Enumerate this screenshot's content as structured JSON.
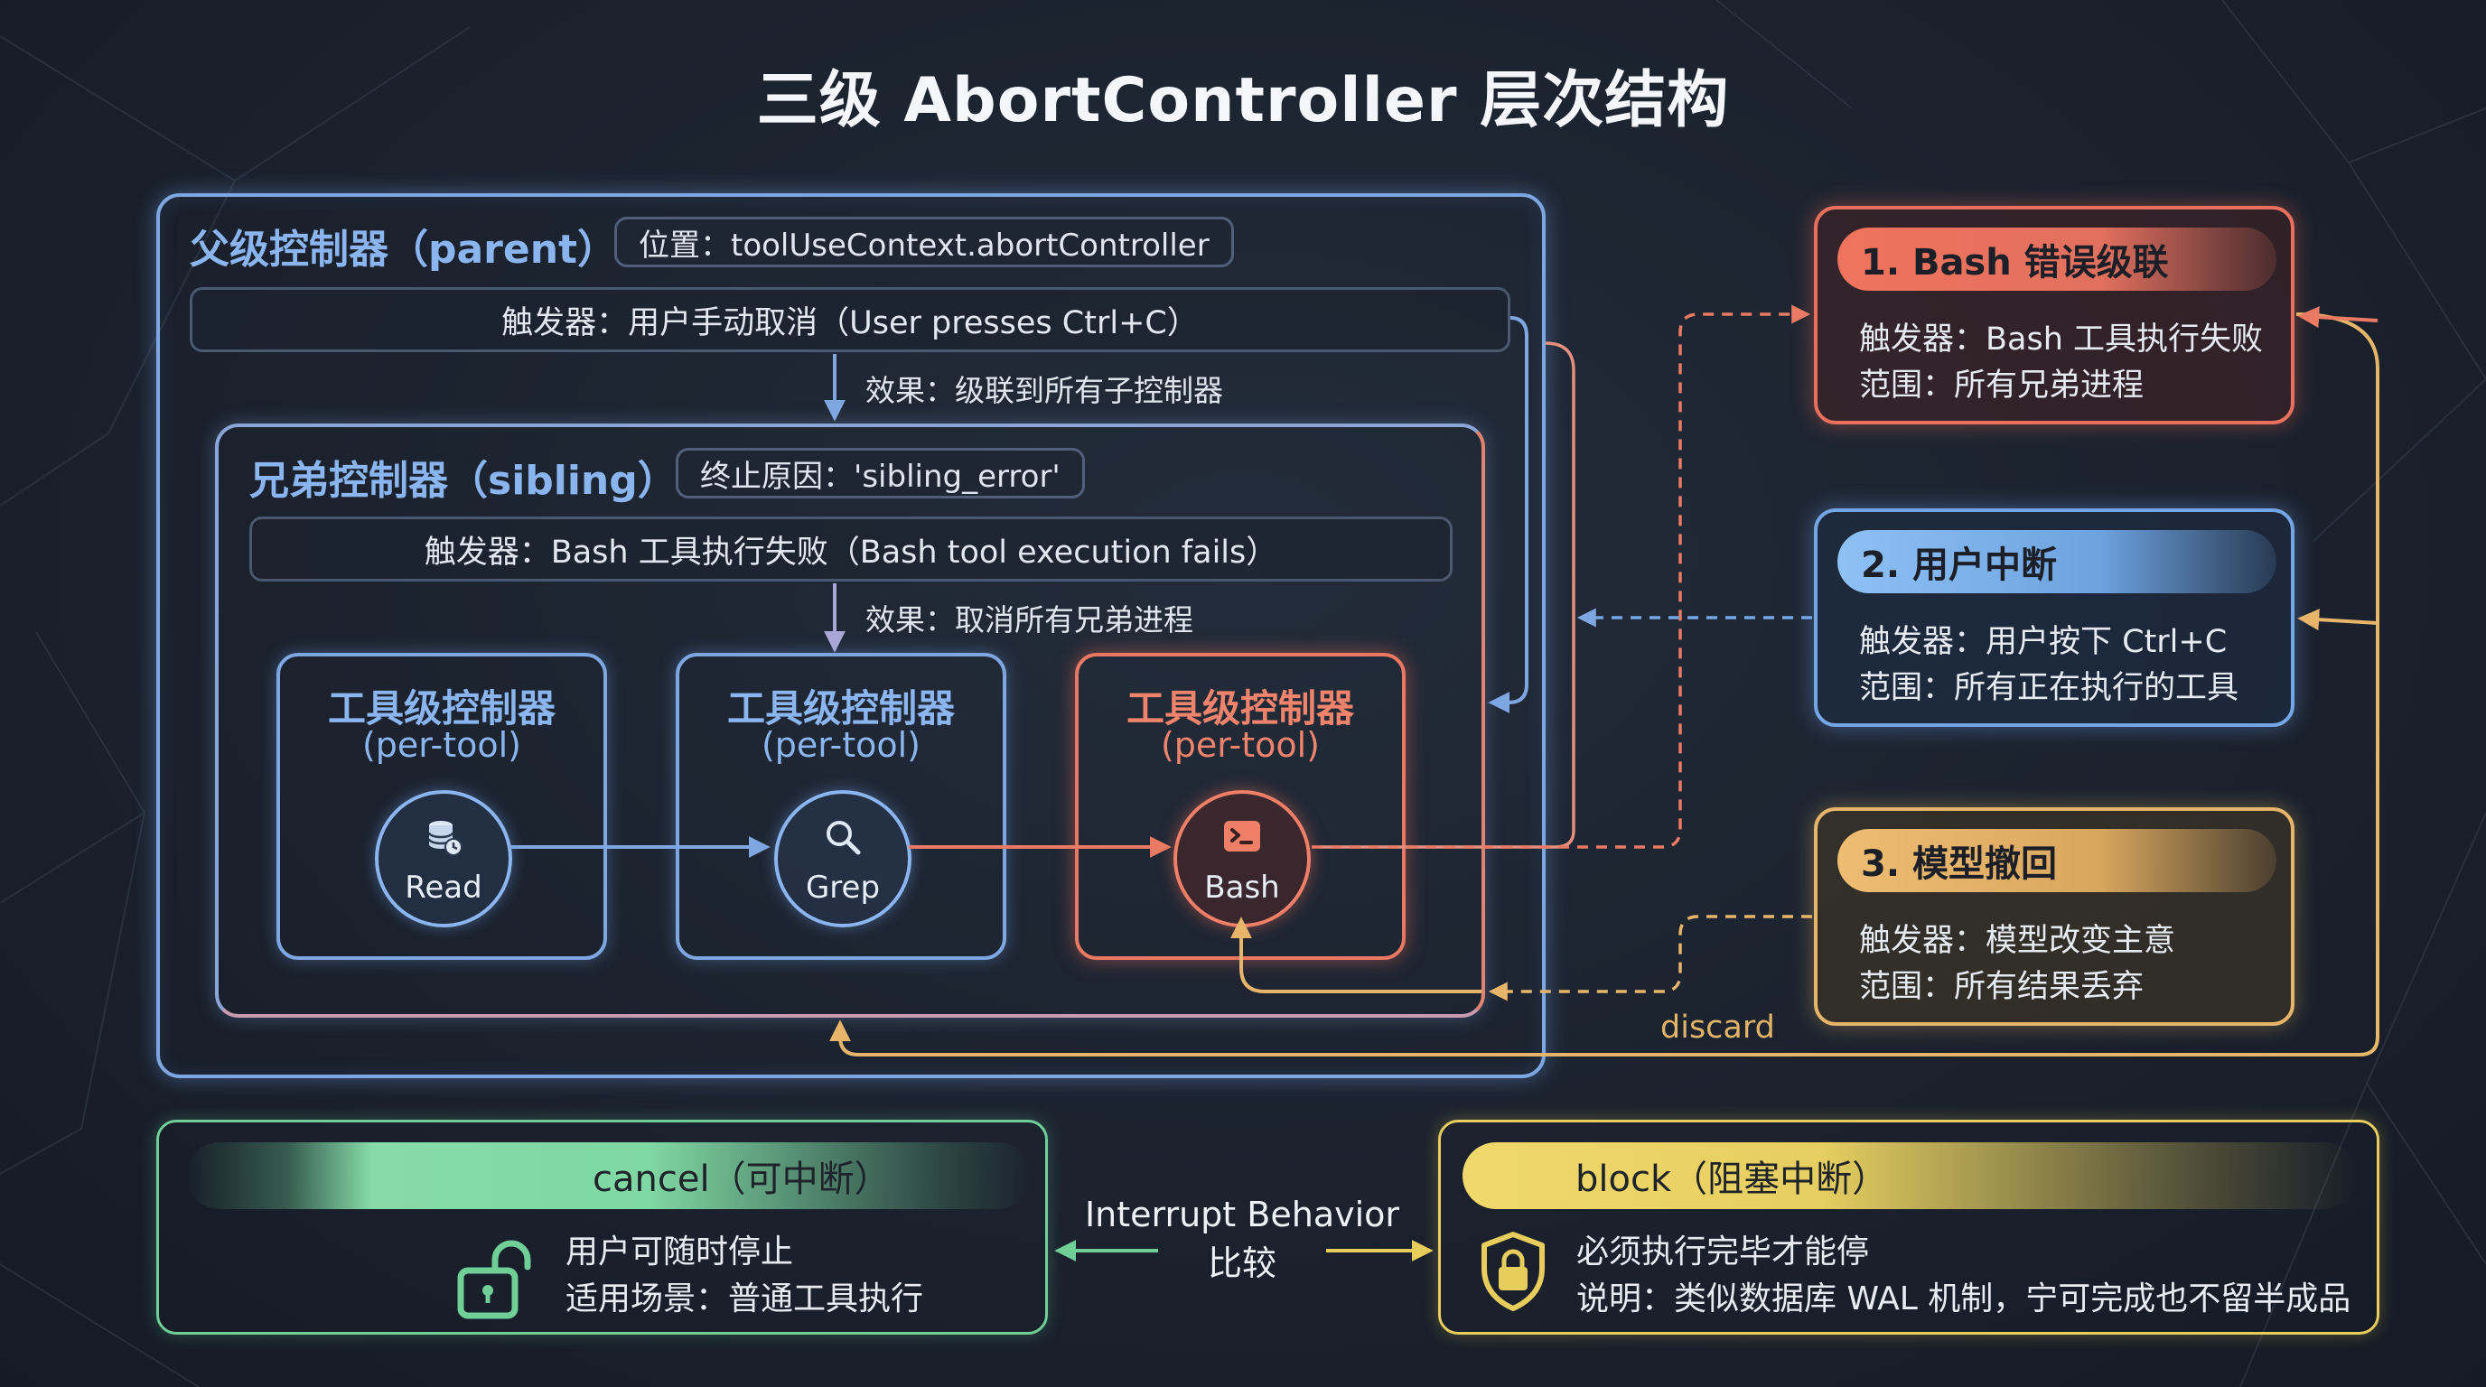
{
  "title": "三级 AbortController 层次结构",
  "parent": {
    "label": "父级控制器（parent）",
    "location": "位置：toolUseContext.abortController",
    "trigger": "触发器：用户手动取消（User presses Ctrl+C）",
    "effect": "效果：级联到所有子控制器"
  },
  "sibling": {
    "label": "兄弟控制器（sibling）",
    "reason": "终止原因：'sibling_error'",
    "trigger": "触发器：Bash 工具执行失败（Bash tool execution fails）",
    "effect": "效果：取消所有兄弟进程"
  },
  "tools": [
    {
      "title": "工具级控制器",
      "sub": "(per-tool)",
      "name": "Read",
      "icon": "database-icon"
    },
    {
      "title": "工具级控制器",
      "sub": "(per-tool)",
      "name": "Grep",
      "icon": "search-icon"
    },
    {
      "title": "工具级控制器",
      "sub": "(per-tool)",
      "name": "Bash",
      "icon": "terminal-icon"
    }
  ],
  "cards": [
    {
      "title": "1. Bash 错误级联",
      "trigger": "触发器：Bash 工具执行失败",
      "scope": "范围：所有兄弟进程",
      "color": "#e8705c"
    },
    {
      "title": "2. 用户中断",
      "trigger": "触发器：用户按下 Ctrl+C",
      "scope": "范围：所有正在执行的工具",
      "color": "#74a6e6"
    },
    {
      "title": "3. 模型撤回",
      "trigger": "触发器：模型改变主意",
      "scope": "范围：所有结果丢弃",
      "color": "#e7b56a"
    }
  ],
  "discard_label": "discard",
  "cancel": {
    "title": "cancel（可中断）",
    "line1": "用户可随时停止",
    "line2": "适用场景：普通工具执行",
    "icon": "unlock-icon",
    "color": "#6fcf97"
  },
  "compare": {
    "line1": "Interrupt Behavior",
    "line2": "比较"
  },
  "block": {
    "title": "block（阻塞中断）",
    "line1": "必须执行完毕才能停",
    "line2": "说明：类似数据库 WAL 机制，宁可完成也不留半成品",
    "icon": "shield-lock-icon",
    "color": "#e6cd5c"
  }
}
